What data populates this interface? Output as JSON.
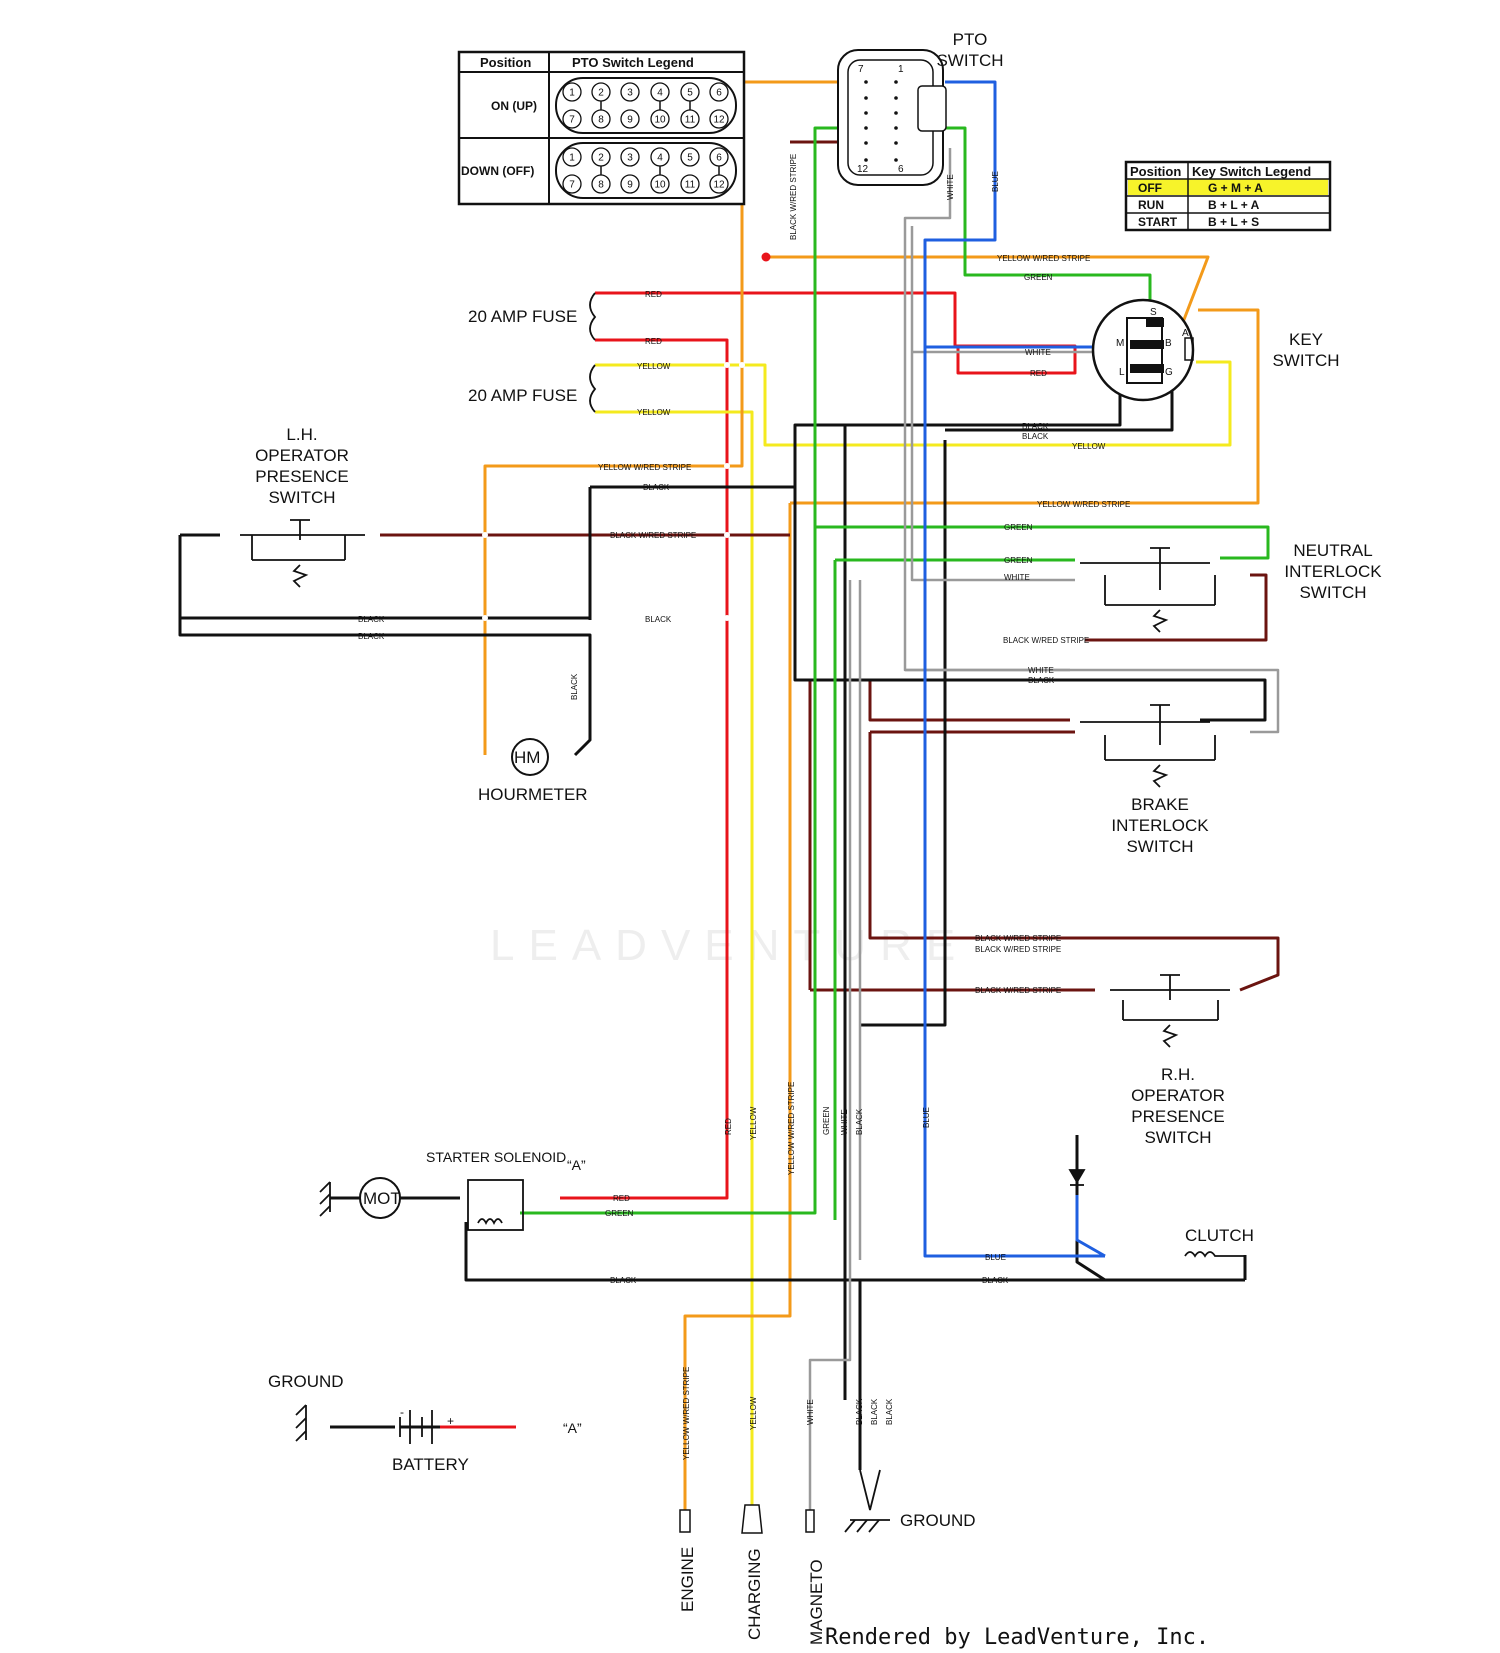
{
  "colors": {
    "red": "#e8141b",
    "yellow": "#f4ea1e",
    "orange": "#f39a1a",
    "black": "#111111",
    "green": "#29b81f",
    "blue": "#1f5fe0",
    "white_wire": "#9a9a9a",
    "brown_stripe": "#6b1410",
    "legend_highlight": "#f7f32a"
  },
  "components": {
    "pto_switch": "PTO\nSWITCH",
    "key_switch": "KEY\nSWITCH",
    "fuse_1": "20 AMP FUSE",
    "fuse_2": "20 AMP FUSE",
    "lh_operator": "L.H.\nOPERATOR\nPRESENCE\nSWITCH",
    "hourmeter": "HOURMETER",
    "hourmeter_symbol": "HM",
    "neutral_interlock": "NEUTRAL\nINTERLOCK\nSWITCH",
    "brake_interlock": "BRAKE\nINTERLOCK\nSWITCH",
    "rh_operator": "R.H.\nOPERATOR\nPRESENCE\nSWITCH",
    "starter_solenoid": "STARTER SOLENOID",
    "solenoid_a": "“A”",
    "motor_symbol": "MOT",
    "clutch": "CLUTCH",
    "ground_left": "GROUND",
    "battery": "BATTERY",
    "battery_a": "“A”",
    "battery_minus": "-",
    "battery_plus": "+",
    "ground_bottom": "GROUND",
    "engine": "ENGINE",
    "charging": "CHARGING",
    "magneto": "MAGNETO"
  },
  "pto_legend": {
    "col_position": "Position",
    "col_title": "PTO Switch Legend",
    "row_on": "ON (UP)",
    "row_down": "DOWN (OFF)",
    "pins_top": [
      "1",
      "2",
      "3",
      "4",
      "5",
      "6"
    ],
    "pins_bottom": [
      "7",
      "8",
      "9",
      "10",
      "11",
      "12"
    ]
  },
  "key_legend": {
    "col_position": "Position",
    "col_title": "Key Switch Legend",
    "rows": [
      {
        "position": "OFF",
        "value": "G + M + A"
      },
      {
        "position": "RUN",
        "value": "B + L + A"
      },
      {
        "position": "START",
        "value": "B + L + S"
      }
    ]
  },
  "key_terminals": {
    "s": "S",
    "m": "M",
    "b": "B",
    "a": "A",
    "l": "L",
    "g": "G"
  },
  "pto_pins": {
    "p7": "7",
    "p1": "1",
    "p12": "12",
    "p6": "6"
  },
  "wires": {
    "red": "RED",
    "yellow": "YELLOW",
    "black": "BLACK",
    "green": "GREEN",
    "white": "WHITE",
    "blue": "BLUE",
    "yellow_red": "YELLOW W/RED STRIPE",
    "yellow_red_v": "YELLOW W/RED STRIPE",
    "black_red": "BLACK W/RED STRIPE"
  },
  "watermark": "LEADVENTURE",
  "footer": "Rendered by LeadVenture, Inc."
}
